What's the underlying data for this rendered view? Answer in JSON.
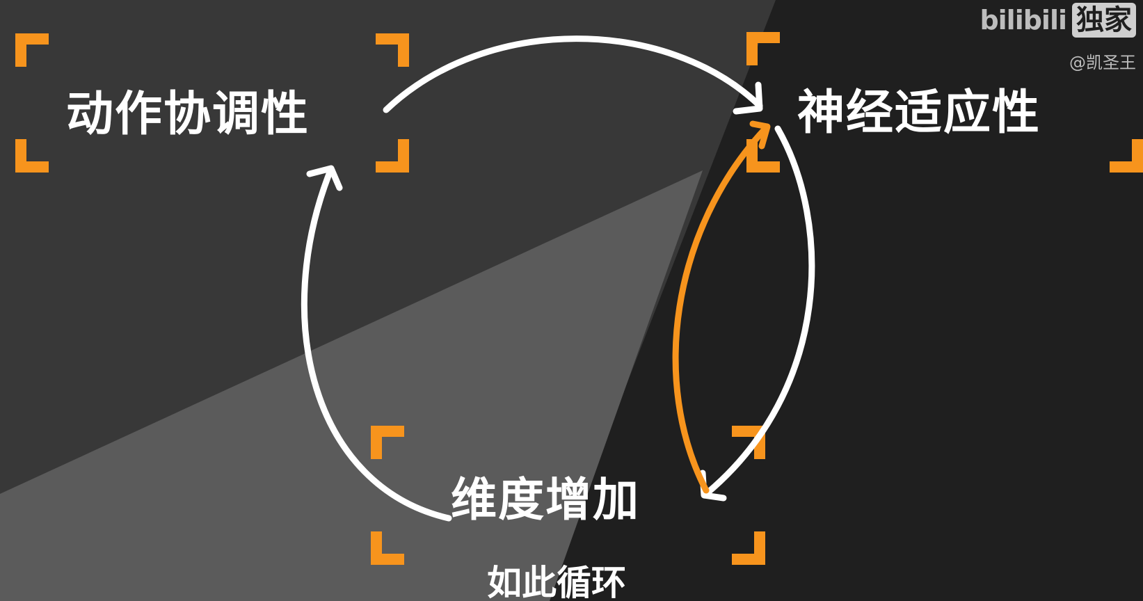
{
  "diagram": {
    "nodes": {
      "coordination": "动作协调性",
      "neural_adaptation": "神经适应性",
      "dimension_increase": "维度增加"
    },
    "caption": "如此循环"
  },
  "watermark": {
    "logo_text": "bilibili",
    "badge": "独家",
    "author": "@凯圣王"
  },
  "colors": {
    "background": "#1f1f1f",
    "panel_light": "#3a3a3a",
    "light_wedge": "#606060",
    "accent": "#f7941d",
    "arrow": "#ffffff"
  }
}
